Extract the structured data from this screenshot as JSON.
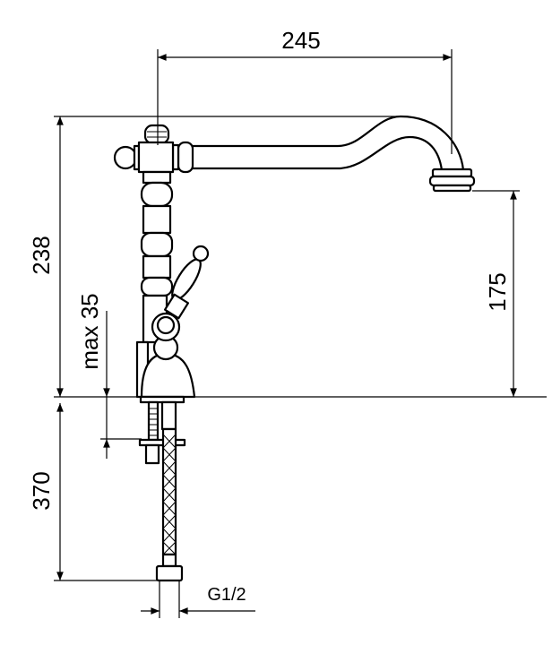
{
  "title": "Kitchen faucet dimension drawing",
  "dimensions": {
    "spout_reach": "245",
    "total_height": "238",
    "spout_height": "175",
    "max_deck_thickness": "max 35",
    "hose_length": "370",
    "connection": "G1/2"
  },
  "colors": {
    "line": "#000000",
    "background": "#ffffff"
  }
}
